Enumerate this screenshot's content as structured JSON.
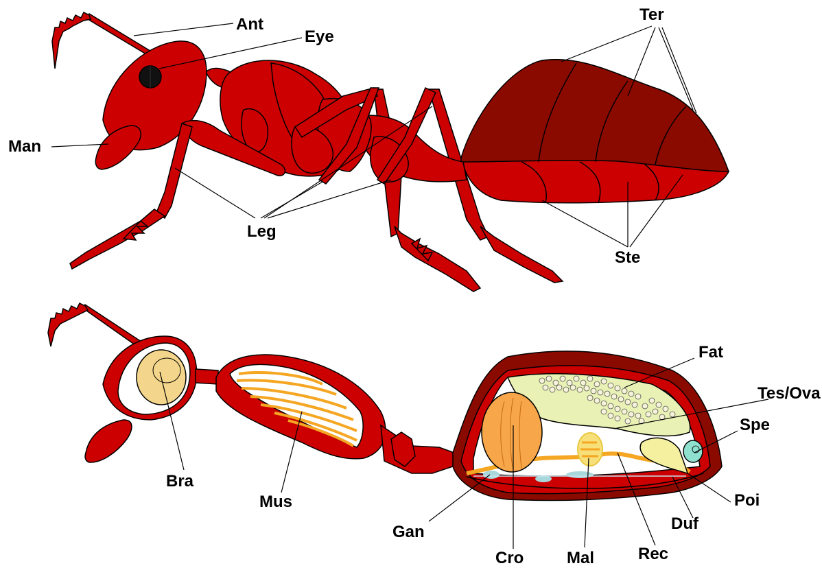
{
  "labels": {
    "ant": "Ant",
    "eye": "Eye",
    "ter": "Ter",
    "man": "Man",
    "leg": "Leg",
    "ste": "Ste",
    "fat": "Fat",
    "tes_ova": "Tes/Ova",
    "spe": "Spe",
    "bra": "Bra",
    "mus": "Mus",
    "poi": "Poi",
    "gan": "Gan",
    "duf": "Duf",
    "cro": "Cro",
    "mal": "Mal",
    "rec": "Rec"
  },
  "colors": {
    "body_red": "#cc0000",
    "dark_red": "#8b0a00",
    "outline": "#000000",
    "brain": "#f3d68b",
    "muscle_stripe": "#f5a623",
    "crop": "#f7a64a",
    "fat_body": "#e9f2b4",
    "spermatheca": "#8fe0cf",
    "ganglia": "#a8d8dc",
    "poison_gland": "#f4f0a0"
  }
}
